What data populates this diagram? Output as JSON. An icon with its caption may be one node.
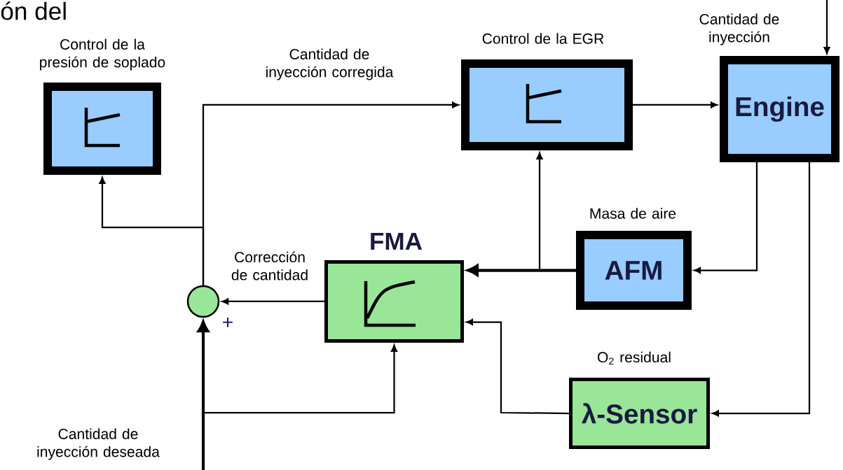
{
  "diagram": {
    "nodes": [
      {
        "text": [
          "Control de la presión de soplado"
        ]
      },
      {
        "text": [
          "Control de la EGR"
        ]
      },
      {
        "text": [
          "Engine"
        ]
      },
      {
        "text": [
          "FMA"
        ]
      },
      {
        "text": [
          "Masa de aire",
          "AFM"
        ]
      },
      {
        "text": [],
        "shape": "circle",
        "beside": [
          "+"
        ]
      },
      {
        "text": [
          "O$_{2}$ residual",
          "λ-Sensor"
        ]
      }
    ],
    "edges": [
      {
        "from": null,
        "to": 5,
        "arrow": "to",
        "label": "Cantidad de inyección deseada",
        "style": "thick"
      },
      {
        "from": null,
        "to": 3,
        "arrow": "to"
      },
      {
        "from": 5,
        "to": 1,
        "arrow": "to",
        "label": "Cantidad de inyección corregida"
      },
      {
        "from": 5,
        "to": 0,
        "arrow": "to"
      },
      {
        "from": 1,
        "to": 2,
        "arrow": "to"
      },
      {
        "from": null,
        "to": 2,
        "arrow": "to",
        "label": "Cantidad de inyección"
      },
      {
        "from": 2,
        "to": 4,
        "arrow": "to"
      },
      {
        "from": 2,
        "to": 6,
        "arrow": "to"
      },
      {
        "from": 4,
        "to": 3,
        "arrow": "to",
        "style": "thick"
      },
      {
        "from": 4,
        "to": 1,
        "arrow": "to"
      },
      {
        "from": 6,
        "to": 3,
        "arrow": "to"
      },
      {
        "from": 3,
        "to": 5,
        "arrow": "to",
        "label": "Corrección de cantidad"
      }
    ],
    "labels": [
      "ón del"
    ]
  }
}
